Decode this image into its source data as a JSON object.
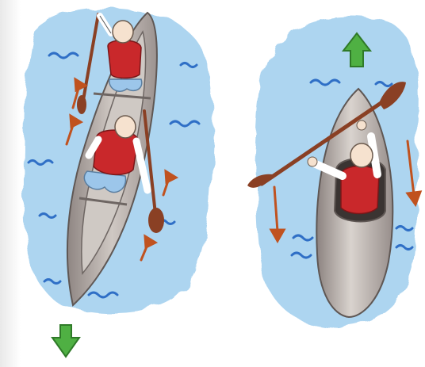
{
  "illustration": {
    "left_panel": {
      "vessel": "canoe",
      "paddlers": 2,
      "arrow_icon": "arrow-down-icon",
      "stroke_marks_icon": "arrow-up-icon"
    },
    "right_panel": {
      "vessel": "kayak",
      "paddlers": 1,
      "arrow_icon": "arrow-up-icon",
      "stroke_marks_icon": "arrow-down-icon"
    }
  },
  "colors": {
    "water": "#a9d3f0",
    "wave": "#2f6fc6",
    "hull": "#9b9390",
    "hull_light": "#d8d2cd",
    "paddle": "#8a4024",
    "life_vest": "#c9282b",
    "shirt": "#ffffff",
    "skin": "#f6e2cf",
    "pants": "#9cc6ea",
    "direction_arrow": "#4fb043",
    "stroke_arrow": "#c0521f"
  }
}
